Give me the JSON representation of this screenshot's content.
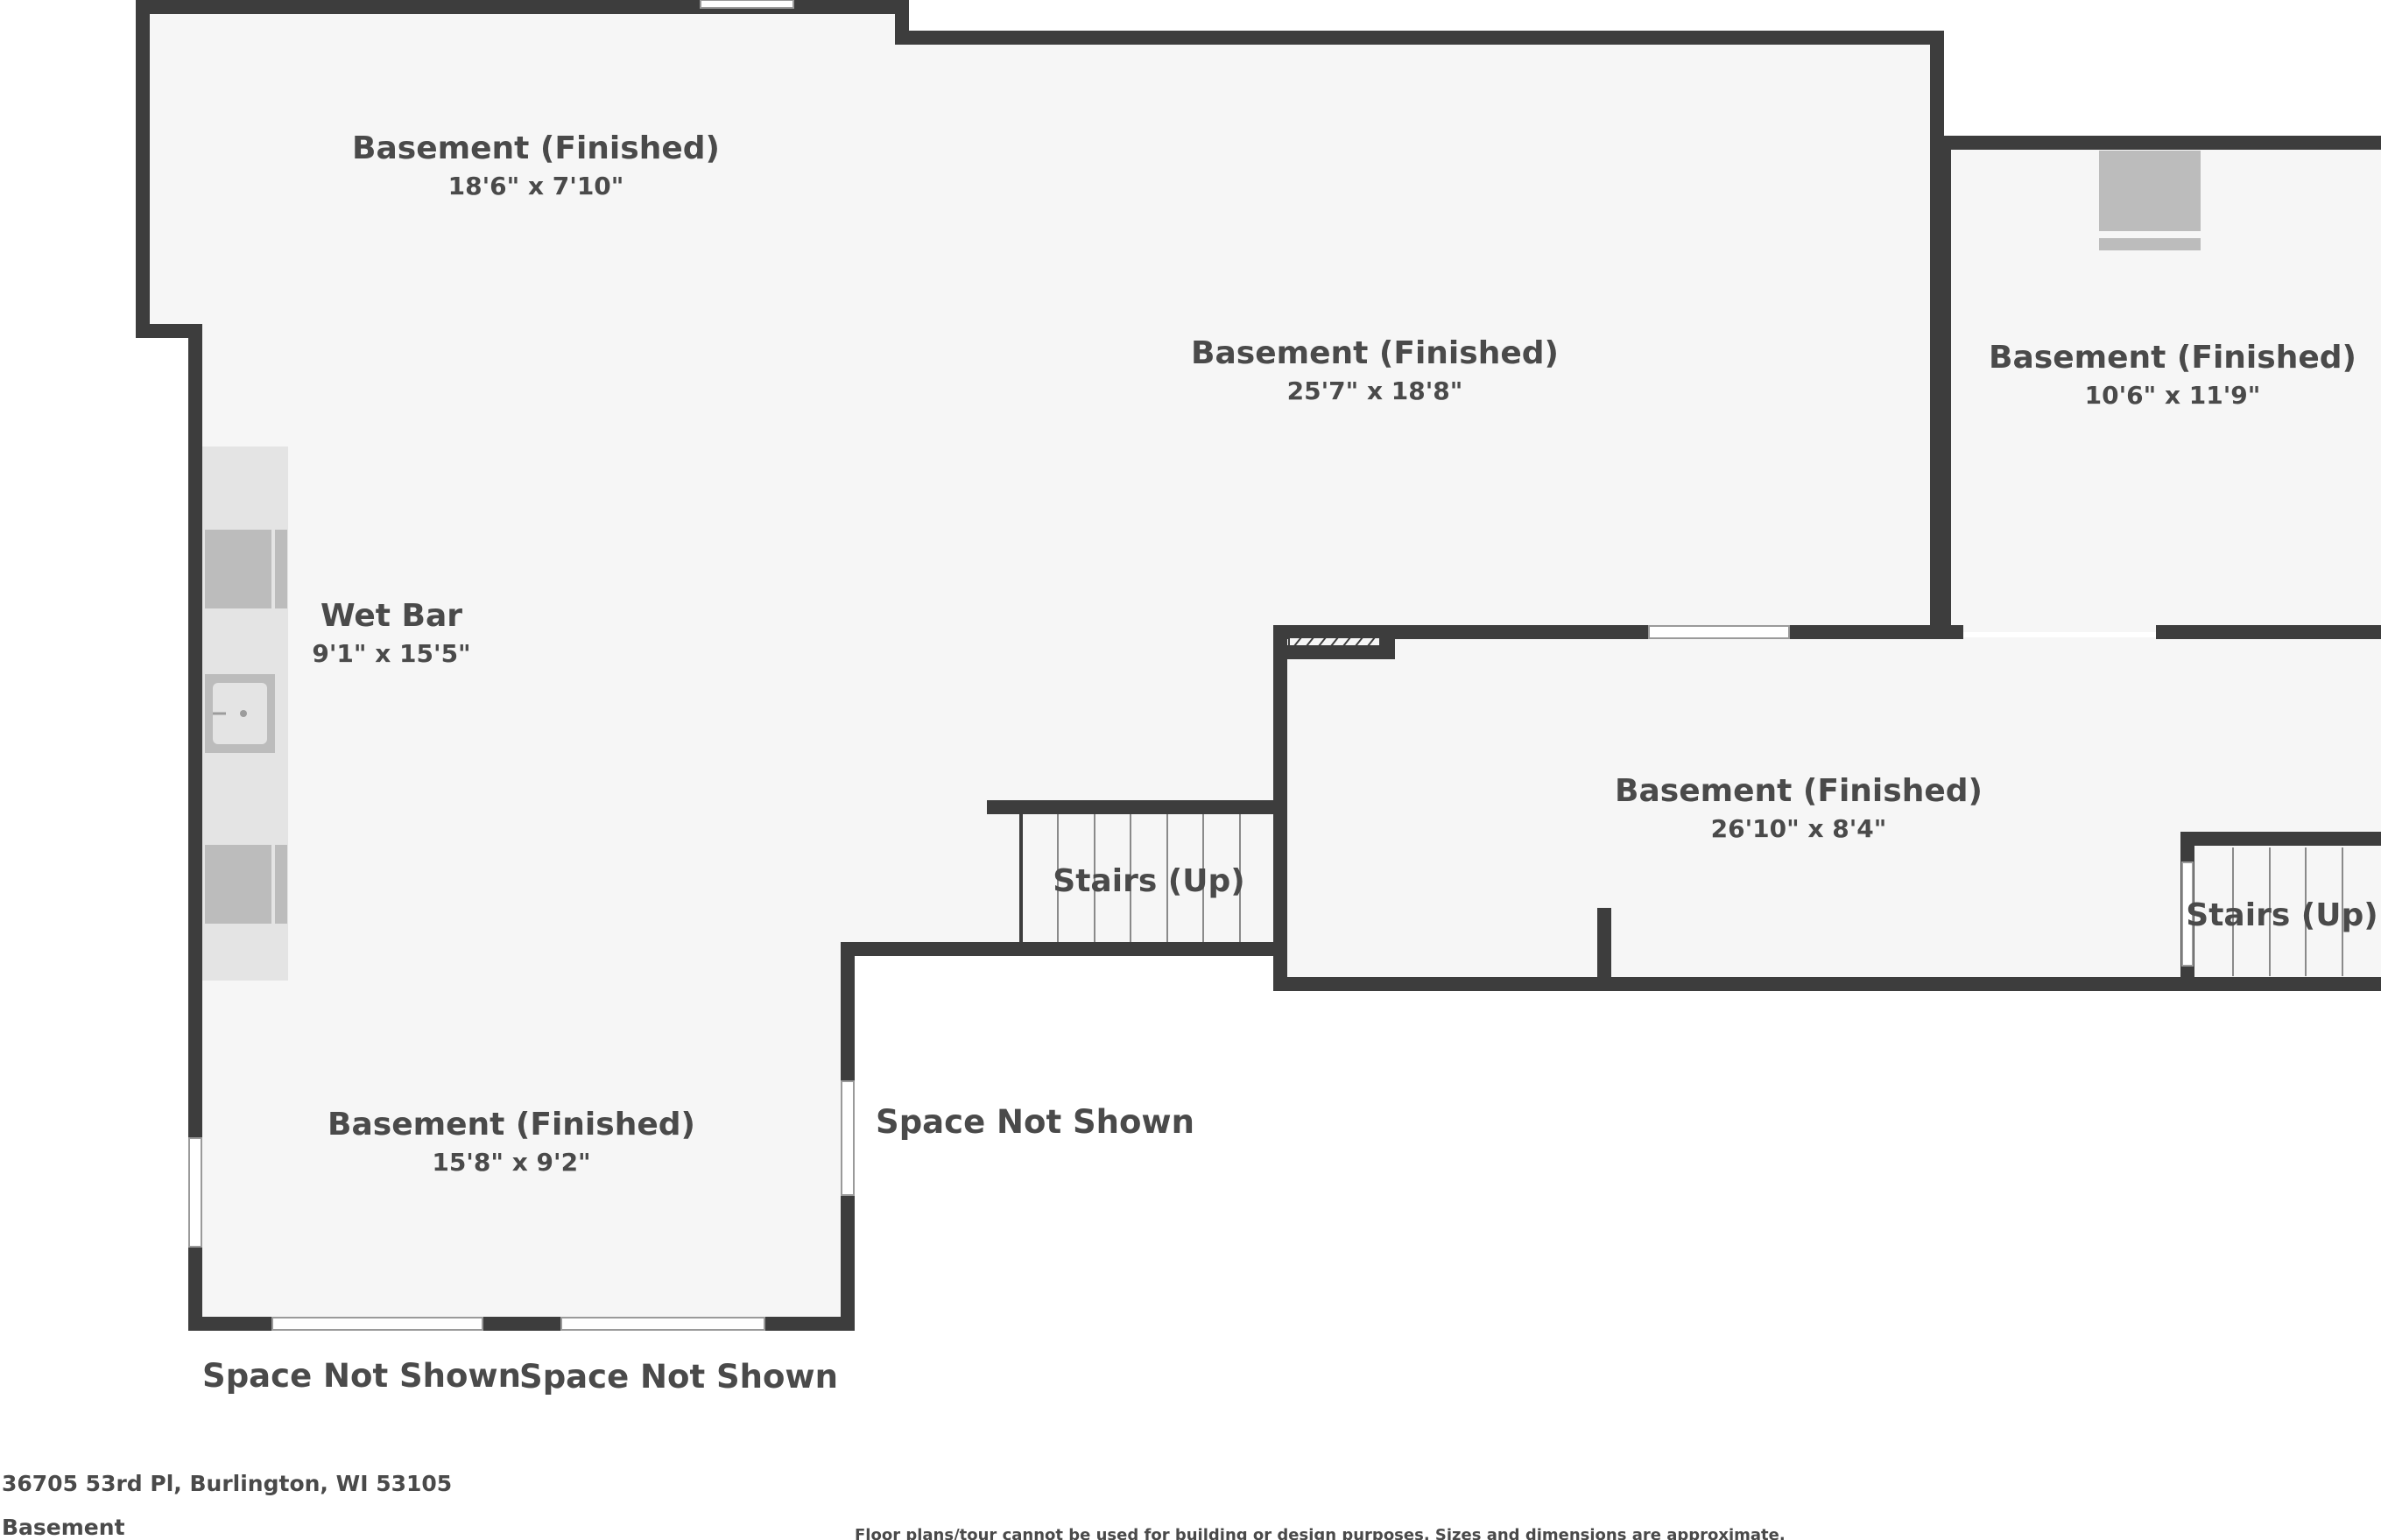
{
  "colors": {
    "wall": "#3d3d3d",
    "floor": "#f6f6f6",
    "fixture": "#bcbcbc",
    "counter": "#e4e4e4",
    "text": "#4a4a4a"
  },
  "rooms": [
    {
      "name": "Basement (Finished)",
      "dimensions": "18'6\" x 7'10\""
    },
    {
      "name": "Basement (Finished)",
      "dimensions": "25'7\" x 18'8\""
    },
    {
      "name": "Basement (Finished)",
      "dimensions": "10'6\" x 11'9\""
    },
    {
      "name": "Wet Bar",
      "dimensions": "9'1\" x 15'5\""
    },
    {
      "name": "Stairs (Up)"
    },
    {
      "name": "Basement (Finished)",
      "dimensions": "26'10\" x 8'4\""
    },
    {
      "name": "Stairs (Up)"
    },
    {
      "name": "Basement (Finished)",
      "dimensions": "15'8\" x 9'2\""
    }
  ],
  "outside_labels": [
    "Space Not Shown",
    "Space Not Shown",
    "Space Not Shown"
  ],
  "footer": {
    "address": "36705 53rd Pl, Burlington, WI 53105",
    "floor": "Basement",
    "disclaimer": "Floor plans/tour cannot be used for building or design purposes. Sizes and dimensions are approximate."
  }
}
